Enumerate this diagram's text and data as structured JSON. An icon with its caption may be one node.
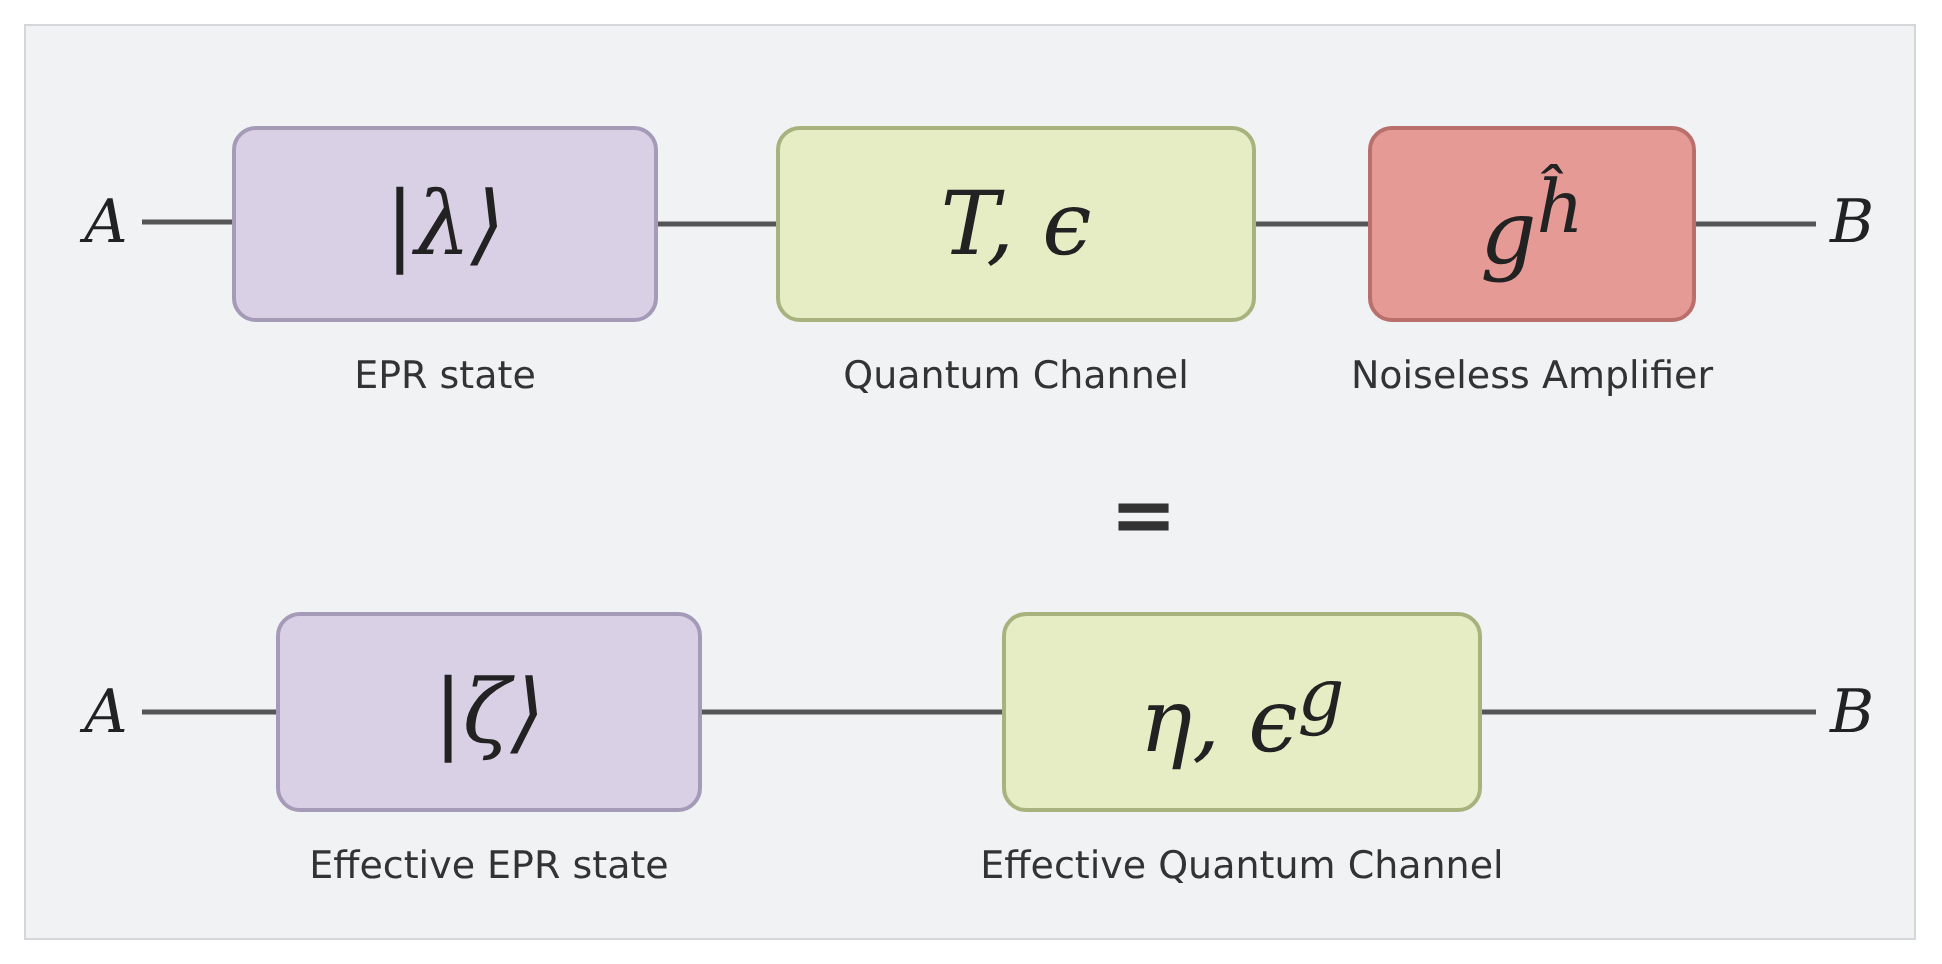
{
  "diagram": {
    "nodes": [
      {
        "text": [
          "A"
        ]
      },
      {
        "text": [
          "|λ⟩"
        ],
        "beside": [
          "EPR state"
        ]
      },
      {
        "text": [
          "T,  ϵ"
        ],
        "beside": [
          "Quantum Channel"
        ]
      },
      {
        "text": [
          "g$^{ĥ}$"
        ],
        "beside": [
          "Noiseless Amplifier"
        ]
      },
      {
        "text": [
          "B"
        ]
      },
      {
        "text": [
          "A"
        ]
      },
      {
        "text": [
          "|ζ⟩"
        ],
        "beside": [
          "Effective EPR state"
        ]
      },
      {
        "text": [
          "η,  ϵ$^{g}$"
        ],
        "beside": [
          "Effective Quantum Channel"
        ]
      },
      {
        "text": [
          "B"
        ]
      }
    ],
    "edges": [
      {
        "from": 0,
        "to": 1,
        "arrow": "none"
      },
      {
        "from": 1,
        "to": 2,
        "arrow": "none"
      },
      {
        "from": 2,
        "to": 3,
        "arrow": "none"
      },
      {
        "from": 3,
        "to": 4,
        "arrow": "none"
      },
      {
        "from": 5,
        "to": 6,
        "arrow": "none"
      },
      {
        "from": 6,
        "to": 7,
        "arrow": "none"
      },
      {
        "from": 7,
        "to": 8,
        "arrow": "none"
      }
    ],
    "labels": [
      "="
    ]
  }
}
